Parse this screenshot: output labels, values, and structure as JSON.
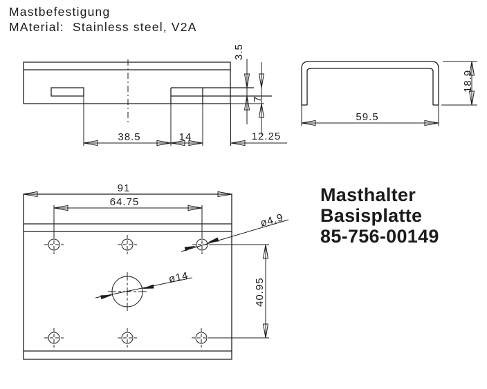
{
  "header": {
    "line1": "Mastbefestigung",
    "line2": "MAterial:  Stainless steel, V2A"
  },
  "title_block": {
    "product": "Masthalter",
    "component": "Basisplatte",
    "part_number": "85-756-00149"
  },
  "side_view": {
    "dim_slot_offset": "38.5",
    "dim_slot_width": "14",
    "dim_edge_offset": "12.25",
    "dim_step_depth": "3.5",
    "dim_total_depth": "7"
  },
  "profile_view": {
    "dim_width": "59.5",
    "dim_height": "18.9"
  },
  "plan_view": {
    "dim_width": "91",
    "dim_hole_spacing_x": "64.75",
    "dim_hole_spacing_y": "40.95",
    "dim_small_hole": "ø4.9",
    "dim_center_hole": "ø14"
  },
  "colors": {
    "line": "#1c1c1c",
    "background": "#ffffff"
  }
}
